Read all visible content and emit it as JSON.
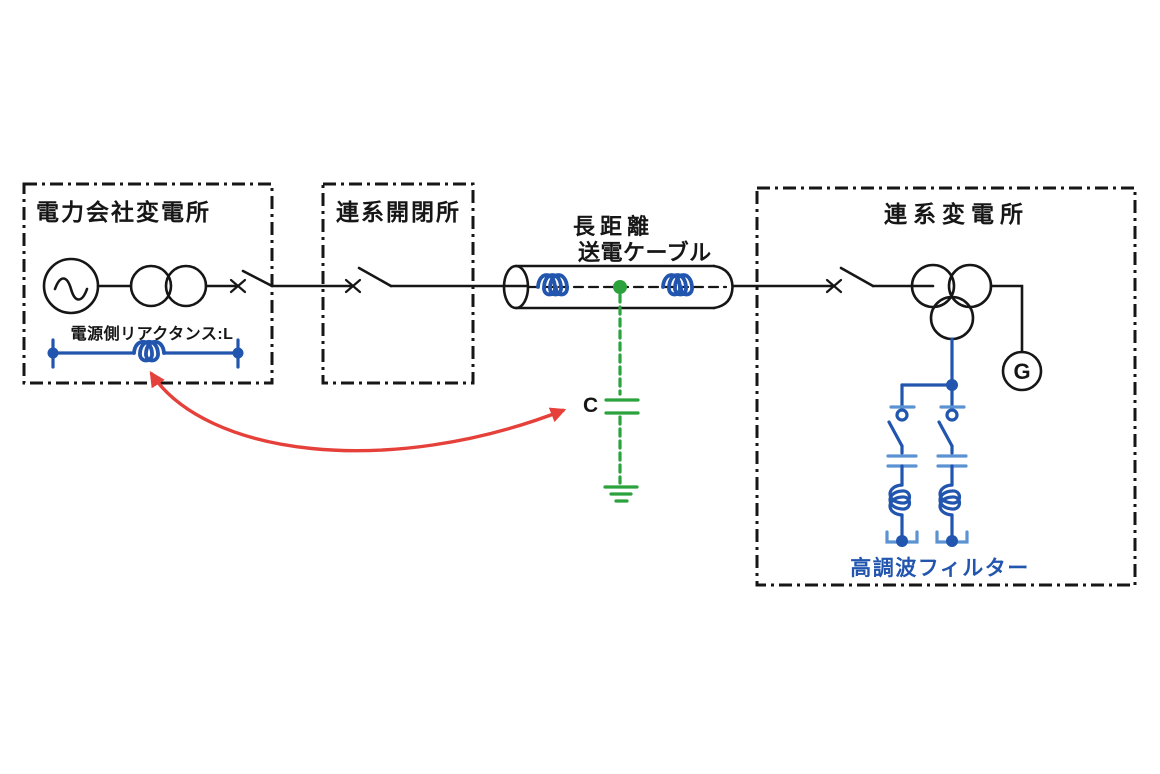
{
  "colors": {
    "line_black": "#161616",
    "blue": "#2155ae",
    "blue_light": "#5b93d2",
    "green": "#2ba23c",
    "red": "#e6403a"
  },
  "boxes": {
    "utility": {
      "title": "電力会社変電所"
    },
    "switchyard": {
      "title": "連系開閉所"
    },
    "substation": {
      "title": "連系変電所"
    }
  },
  "cable": {
    "title_line1": "長距離",
    "title_line2": "送電ケーブル"
  },
  "labels": {
    "source_reactance": "電源側リアクタンス:L",
    "capacitance": "C",
    "generator": "G",
    "harmonic_filter": "高調波フィルター"
  }
}
